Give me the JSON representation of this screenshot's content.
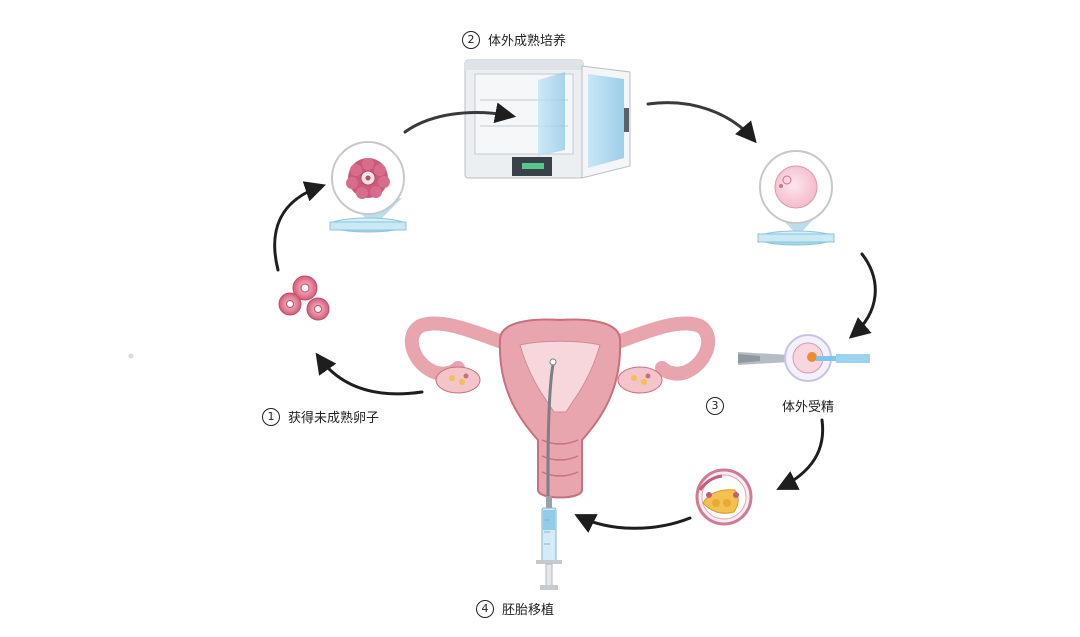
{
  "steps": [
    {
      "num": "1",
      "label": "获得未成熟卵子"
    },
    {
      "num": "2",
      "label": "体外成熟培养"
    },
    {
      "num": "3",
      "label": "体外受精"
    },
    {
      "num": "4",
      "label": "胚胎移植"
    }
  ],
  "colors": {
    "uterus": "#e9a5ad",
    "uterus_dark": "#c9707c",
    "cell": "#d85c7a",
    "dish": "#bfe3f0",
    "arrow": "#1e1e1e",
    "incubator": "#e9ecef",
    "syringe": "#9fd0ea"
  }
}
